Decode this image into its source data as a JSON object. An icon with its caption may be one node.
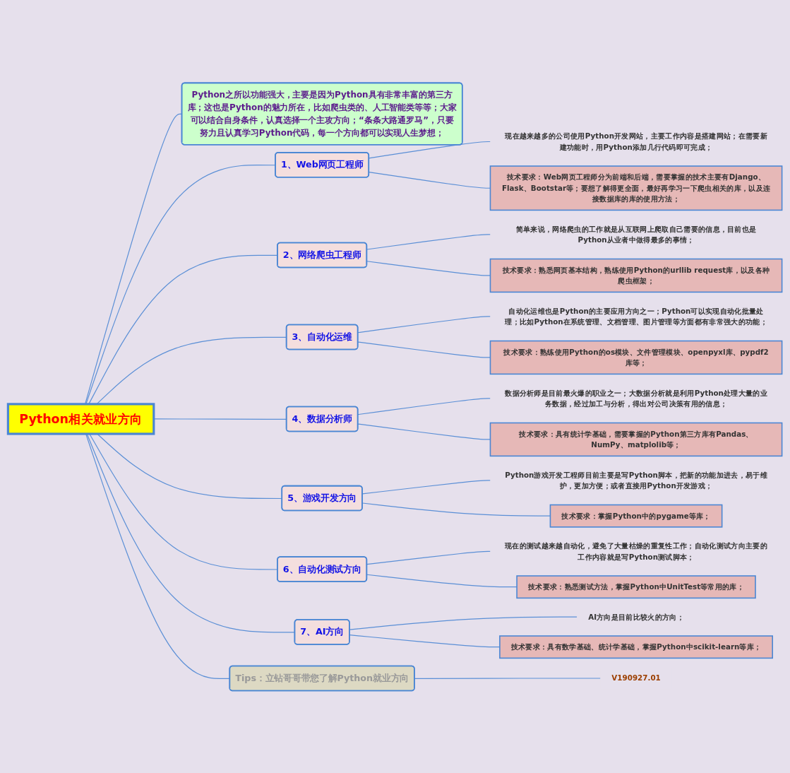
{
  "diagram": {
    "nodes": [
      {
        "text": [
          "Python相关就业方向"
        ]
      },
      {
        "text": [
          "Python之所以功能强大，主要是因为Python具有非常丰富的第三方库；这也是Python的魅力所在，比如爬虫类的、人工智能类等等；大家可以结合自身条件，认真选择一个主攻方向；“条条大路通罗马”，只要努力且认真学习Python代码，每一个方向都可以实现人生梦想；"
        ]
      },
      {
        "text": [
          "1、Web网页工程师"
        ]
      },
      {
        "text": [
          "现在越来越多的公司使用Python开发网站，主要工作内容是搭建网站；在需要新建功能时，用Python添加几行代码即可完成；"
        ]
      },
      {
        "text": [
          "技术要求：Web网页工程师分为前端和后端，需要掌握的技术主要有Django、Flask、Bootstar等；要想了解得更全面，最好再学习一下爬虫相关的库，以及连接数据库的库的使用方法；"
        ]
      },
      {
        "text": [
          "2、网络爬虫工程师"
        ]
      },
      {
        "text": [
          "简单来说，网络爬虫的工作就是从互联网上爬取自己需要的信息，目前也是Python从业者中做得最多的事情；"
        ]
      },
      {
        "text": [
          "技术要求：熟悉网页基本结构，熟练使用Python的urllib request库，以及各种爬虫框架；"
        ]
      },
      {
        "text": [
          "3、自动化运维"
        ]
      },
      {
        "text": [
          "自动化运维也是Python的主要应用方向之一；Python可以实现自动化批量处理；比如Python在系统管理、文档管理、图片管理等方面都有非常强大的功能；"
        ]
      },
      {
        "text": [
          "技术要求：熟练使用Python的os模块、文件管理模块、openpyxl库、pypdf2库等；"
        ]
      },
      {
        "text": [
          "4、数据分析师"
        ]
      },
      {
        "text": [
          "数据分析师是目前最火爆的职业之一；大数据分析就是利用Python处理大量的业务数据，经过加工与分析，得出对公司决策有用的信息；"
        ]
      },
      {
        "text": [
          "技术要求：具有统计学基础，需要掌握的Python第三方库有Pandas、NumPy、matplolib等；"
        ]
      },
      {
        "text": [
          "5、游戏开发方向"
        ]
      },
      {
        "text": [
          "Python游戏开发工程师目前主要是写Python脚本，把新的功能加进去，易于维护，更加方便；或者直接用Python开发游戏；"
        ]
      },
      {
        "text": [
          "技术要求：掌握Python中的pygame等库；"
        ]
      },
      {
        "text": [
          "6、自动化测试方向"
        ]
      },
      {
        "text": [
          "现在的测试越来越自动化，避免了大量枯燥的重复性工作；自动化测试方向主要的工作内容就是写Python测试脚本；"
        ]
      },
      {
        "text": [
          "技术要求：熟悉测试方法，掌握Python中UnitTest等常用的库；"
        ]
      },
      {
        "text": [
          "7、AI方向"
        ]
      },
      {
        "text": [
          "AI方向是目前比较火的方向；"
        ]
      },
      {
        "text": [
          "技术要求：具有数学基础、统计学基础，掌握Python中scikit-learn等库；"
        ]
      },
      {
        "text": [
          "Tips：立钻哥哥带您了解Python就业方向"
        ]
      },
      {
        "text": [
          "V190927.01"
        ]
      }
    ],
    "edges": [
      {
        "from": 0,
        "to": 1,
        "arrow": "none"
      },
      {
        "from": 0,
        "to": 2,
        "arrow": "none"
      },
      {
        "from": 2,
        "to": 3,
        "arrow": "none"
      },
      {
        "from": 2,
        "to": 4,
        "arrow": "none"
      },
      {
        "from": 0,
        "to": 5,
        "arrow": "none"
      },
      {
        "from": 5,
        "to": 6,
        "arrow": "none"
      },
      {
        "from": 5,
        "to": 7,
        "arrow": "none"
      },
      {
        "from": 0,
        "to": 8,
        "arrow": "none"
      },
      {
        "from": 8,
        "to": 9,
        "arrow": "none"
      },
      {
        "from": 8,
        "to": 10,
        "arrow": "none"
      },
      {
        "from": 0,
        "to": 11,
        "arrow": "none"
      },
      {
        "from": 11,
        "to": 12,
        "arrow": "none"
      },
      {
        "from": 11,
        "to": 13,
        "arrow": "none"
      },
      {
        "from": 0,
        "to": 14,
        "arrow": "none"
      },
      {
        "from": 14,
        "to": 15,
        "arrow": "none"
      },
      {
        "from": 14,
        "to": 16,
        "arrow": "none"
      },
      {
        "from": 0,
        "to": 17,
        "arrow": "none"
      },
      {
        "from": 17,
        "to": 18,
        "arrow": "none"
      },
      {
        "from": 17,
        "to": 19,
        "arrow": "none"
      },
      {
        "from": 0,
        "to": 20,
        "arrow": "none"
      },
      {
        "from": 20,
        "to": 21,
        "arrow": "none"
      },
      {
        "from": 20,
        "to": 22,
        "arrow": "none"
      },
      {
        "from": 0,
        "to": 23,
        "arrow": "none"
      },
      {
        "from": 23,
        "to": 24,
        "arrow": "none"
      }
    ]
  }
}
